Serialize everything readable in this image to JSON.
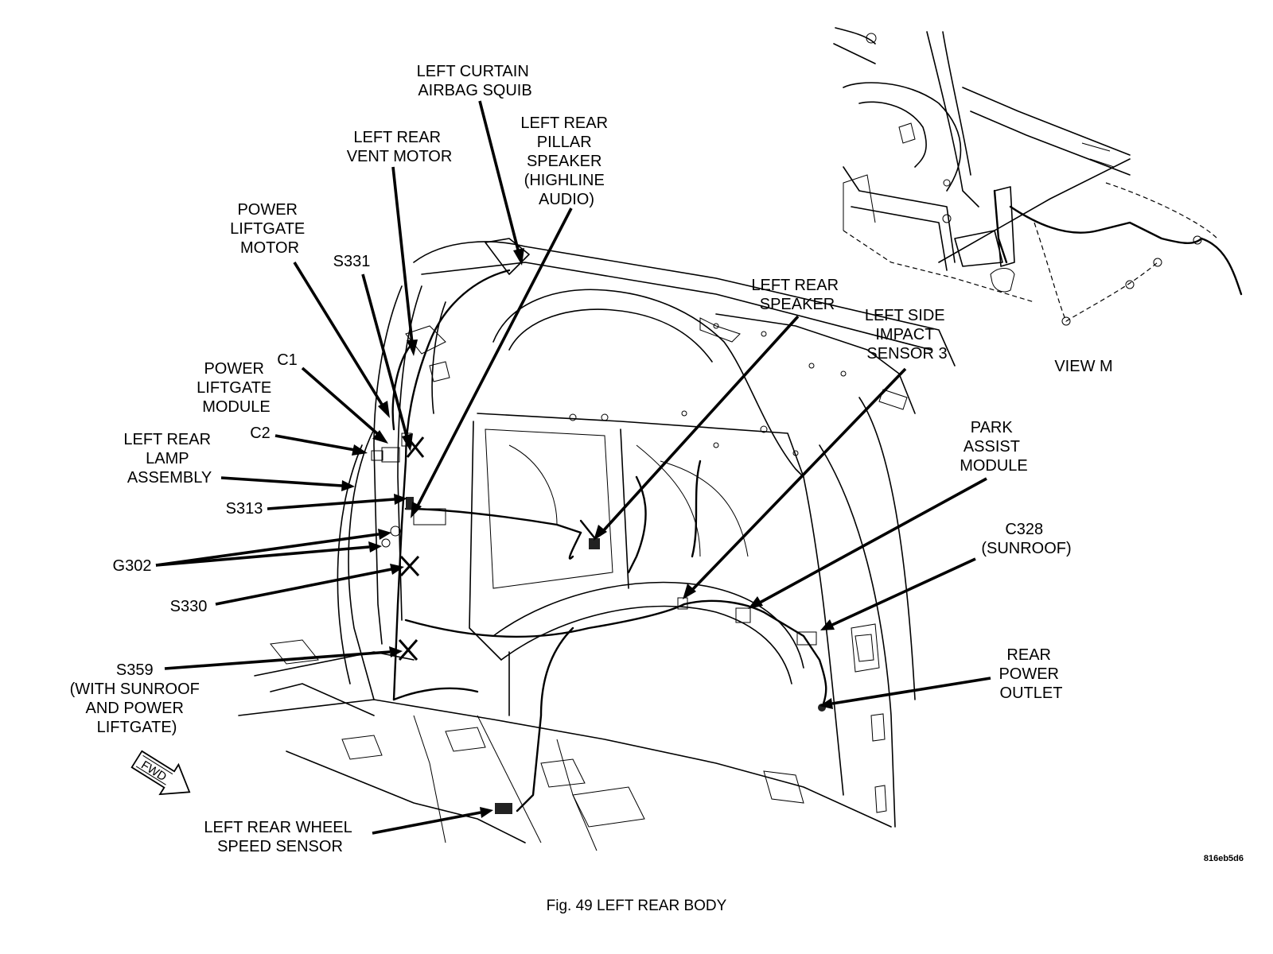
{
  "figure": {
    "caption": "Fig. 49 LEFT REAR BODY",
    "code": "816eb5d6",
    "view_label": "VIEW M",
    "fwd_label": "FWD"
  },
  "callouts": [
    {
      "id": "left-curtain-airbag-squib",
      "lines": [
        "LEFT CURTAIN",
        "AIRBAG SQUIB"
      ]
    },
    {
      "id": "left-rear-vent-motor",
      "lines": [
        "LEFT REAR",
        "VENT MOTOR"
      ]
    },
    {
      "id": "left-rear-pillar-speaker",
      "lines": [
        "LEFT REAR",
        "PILLAR",
        "SPEAKER",
        "(HIGHLINE",
        "AUDIO)"
      ]
    },
    {
      "id": "power-liftgate-motor",
      "lines": [
        "POWER",
        "LIFTGATE",
        "MOTOR"
      ]
    },
    {
      "id": "s331",
      "lines": [
        "S331"
      ]
    },
    {
      "id": "left-rear-speaker",
      "lines": [
        "LEFT REAR",
        "SPEAKER"
      ]
    },
    {
      "id": "left-side-impact-sensor-3",
      "lines": [
        "LEFT SIDE",
        "IMPACT",
        "SENSOR 3"
      ]
    },
    {
      "id": "c1",
      "lines": [
        "C1"
      ]
    },
    {
      "id": "power-liftgate-module",
      "lines": [
        "POWER",
        "LIFTGATE",
        "MODULE"
      ]
    },
    {
      "id": "c2",
      "lines": [
        "C2"
      ]
    },
    {
      "id": "left-rear-lamp-assembly",
      "lines": [
        "LEFT REAR",
        "LAMP",
        "ASSEMBLY"
      ]
    },
    {
      "id": "park-assist-module",
      "lines": [
        "PARK",
        "ASSIST",
        "MODULE"
      ]
    },
    {
      "id": "s313",
      "lines": [
        "S313"
      ]
    },
    {
      "id": "c328",
      "lines": [
        "C328",
        "(SUNROOF)"
      ]
    },
    {
      "id": "g302",
      "lines": [
        "G302"
      ]
    },
    {
      "id": "s330",
      "lines": [
        "S330"
      ]
    },
    {
      "id": "rear-power-outlet",
      "lines": [
        "REAR",
        "POWER",
        "OUTLET"
      ]
    },
    {
      "id": "s359",
      "lines": [
        "S359",
        "(WITH SUNROOF",
        "AND POWER",
        "LIFTGATE)"
      ]
    },
    {
      "id": "left-rear-wheel-speed-sensor",
      "lines": [
        "LEFT REAR WHEEL",
        "SPEED SENSOR"
      ]
    }
  ]
}
